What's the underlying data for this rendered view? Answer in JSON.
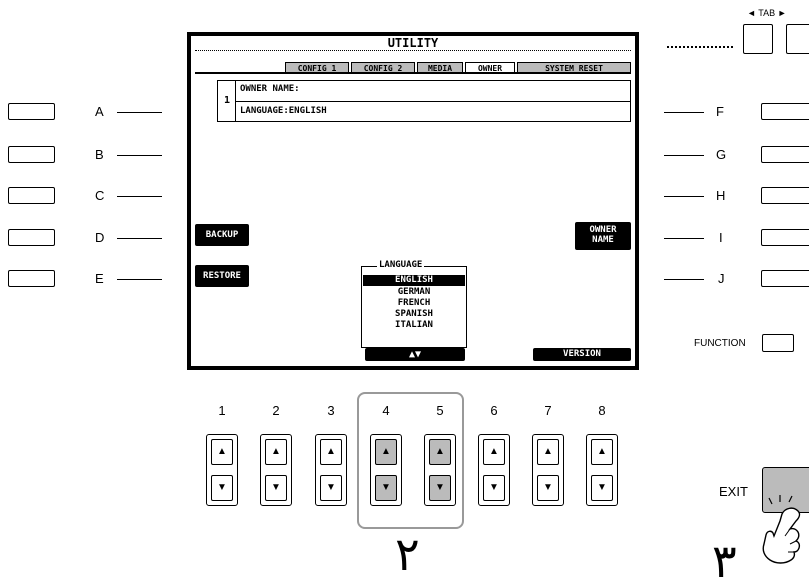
{
  "screen": {
    "title": "UTILITY",
    "tabs": [
      "CONFIG 1",
      "CONFIG 2",
      "MEDIA",
      "OWNER",
      "SYSTEM RESET"
    ],
    "active_tab": "OWNER",
    "row_number": "1",
    "owner_name_label": "OWNER NAME:",
    "language_label": "LANGUAGE:ENGLISH",
    "backup_button": "BACKUP",
    "restore_button": "RESTORE",
    "owner_name_button_line1": "OWNER",
    "owner_name_button_line2": "NAME",
    "language_list_title": "LANGUAGE",
    "languages": [
      "ENGLISH",
      "GERMAN",
      "FRENCH",
      "SPANISH",
      "ITALIAN"
    ],
    "selected_language": "ENGLISH",
    "arrows": "▲▼",
    "version_button": "VERSION"
  },
  "left_labels": [
    "A",
    "B",
    "C",
    "D",
    "E"
  ],
  "right_labels": [
    "F",
    "G",
    "H",
    "I",
    "J"
  ],
  "tab_label": "◄ TAB ►",
  "function_label": "FUNCTION",
  "number_labels": [
    "1",
    "2",
    "3",
    "4",
    "5",
    "6",
    "7",
    "8"
  ],
  "highlighted_numbers": [
    "4",
    "5"
  ],
  "up_glyph": "▲",
  "down_glyph": "▼",
  "exit_label": "EXIT",
  "step_marks": [
    "٢",
    "٣"
  ]
}
